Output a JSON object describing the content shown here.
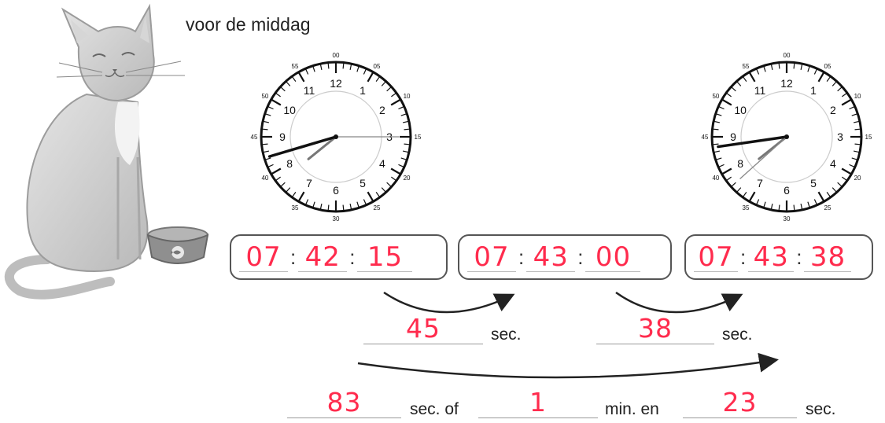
{
  "title": "voor de middag",
  "clock_left": {
    "hour_numbers": [
      "12",
      "1",
      "2",
      "3",
      "4",
      "5",
      "6",
      "7",
      "8",
      "9",
      "10",
      "11"
    ],
    "minute_labels": [
      "00",
      "05",
      "10",
      "15",
      "20",
      "25",
      "30",
      "35",
      "40",
      "45",
      "50",
      "55"
    ]
  },
  "clock_right": {
    "hour_numbers": [
      "12",
      "1",
      "2",
      "3",
      "4",
      "5",
      "6",
      "7",
      "8",
      "9",
      "10",
      "11"
    ],
    "minute_labels": [
      "00",
      "05",
      "10",
      "15",
      "20",
      "25",
      "30",
      "35",
      "40",
      "45",
      "50",
      "55"
    ]
  },
  "times": [
    {
      "hh": "07",
      "mm": "42",
      "ss": "15"
    },
    {
      "hh": "07",
      "mm": "43",
      "ss": "00"
    },
    {
      "hh": "07",
      "mm": "43",
      "ss": "38"
    }
  ],
  "steps": [
    {
      "answer": "45",
      "unit": "sec."
    },
    {
      "answer": "38",
      "unit": "sec."
    }
  ],
  "total": {
    "seconds": "83",
    "seconds_unit": "sec. of",
    "minutes": "1",
    "minutes_unit": "min. en",
    "rest_seconds": "23",
    "rest_unit": "sec."
  },
  "colors": {
    "handwriting": "#ff2b4d",
    "ink": "#222222"
  },
  "icons": [
    "cat-illustration",
    "food-bowl-icon",
    "arrow-icon"
  ]
}
